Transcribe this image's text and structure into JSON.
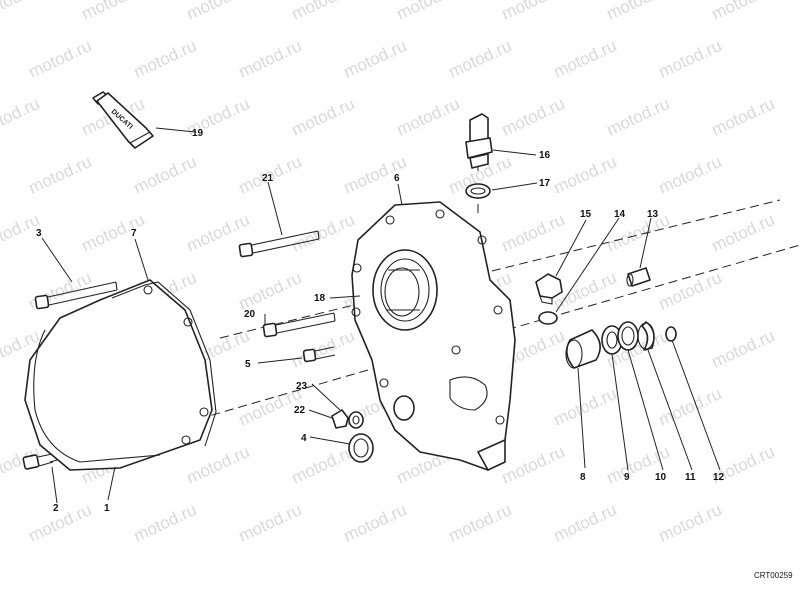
{
  "watermark": "motod.ru",
  "drawing_code": "CRT00259",
  "tube_brand": "DUCATI",
  "callouts": {
    "c1": "1",
    "c2": "2",
    "c3": "3",
    "c4": "4",
    "c5": "5",
    "c6": "6",
    "c7": "7",
    "c8": "8",
    "c9": "9",
    "c10": "10",
    "c11": "11",
    "c12": "12",
    "c13": "13",
    "c14": "14",
    "c15": "15",
    "c16": "16",
    "c17": "17",
    "c18": "18",
    "c19": "19",
    "c20": "20",
    "c21": "21",
    "c22": "22",
    "c23": "23"
  }
}
